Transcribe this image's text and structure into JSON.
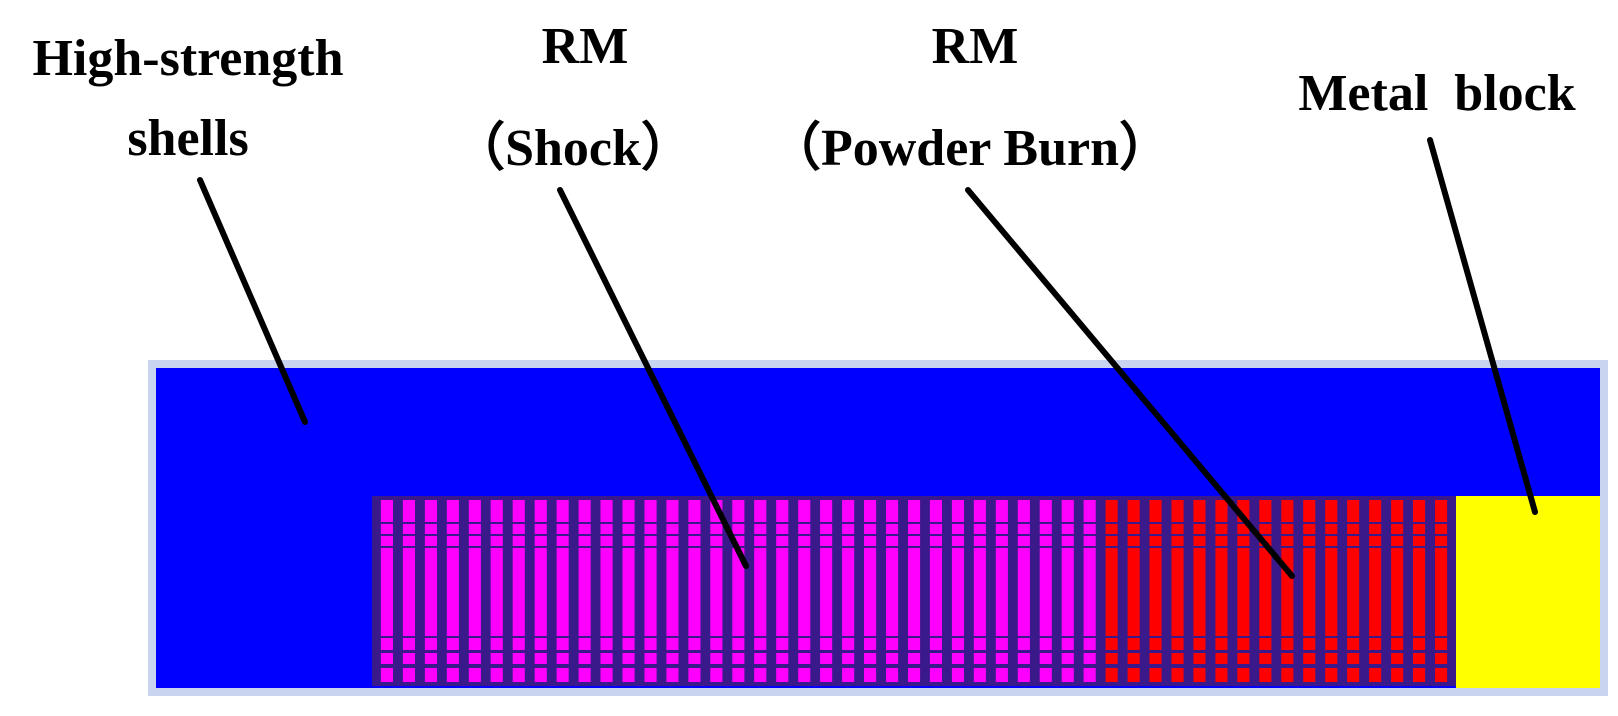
{
  "labels": {
    "shells_line1": "High-strength",
    "shells_line2": "shells",
    "rm_shock_line1": "RM",
    "rm_shock_line2": "（Shock）",
    "rm_powder_line1": "RM",
    "rm_powder_line2": "（Powder Burn）",
    "metal_block": "Metal  block"
  },
  "colors": {
    "shell": "#0000FF",
    "shell_border": "#C8D4F0",
    "rm_shock": "#FF00FF",
    "rm_powder_burn": "#FF0000",
    "metal_block": "#FFFF00",
    "grid_line": "#3A1A8A",
    "leader": "#000000"
  },
  "rm_columns": {
    "shock_count": 33,
    "powder_burn_count": 16
  },
  "icons": [
    "leader-line"
  ]
}
